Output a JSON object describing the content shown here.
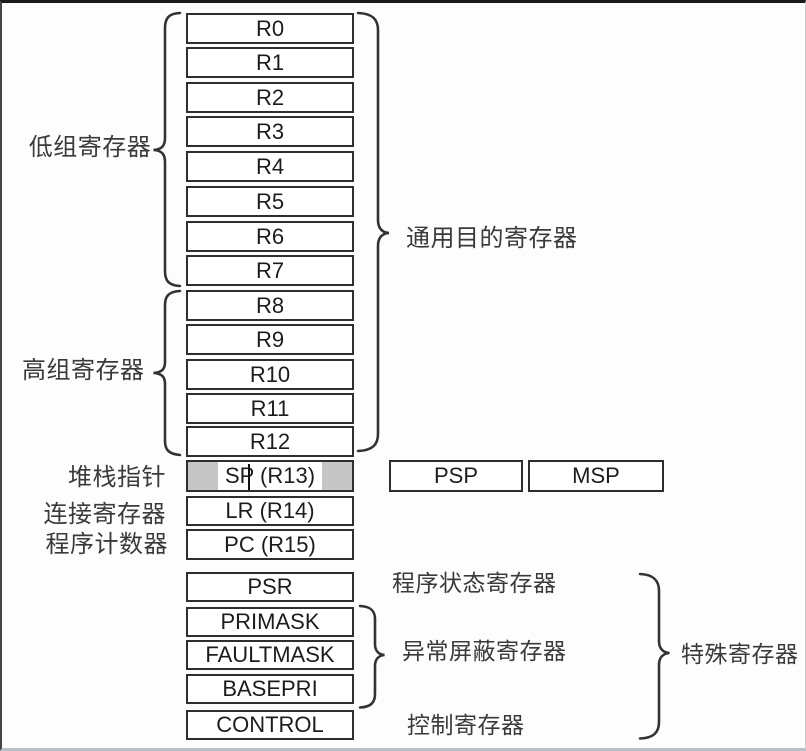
{
  "labels": {
    "low_group": "低组寄存器",
    "high_group": "高组寄存器",
    "general_purpose": "通用目的寄存器",
    "stack_pointer": "堆栈指针",
    "link_register": "连接寄存器",
    "program_counter": "程序计数器",
    "program_status": "程序状态寄存器",
    "exception_mask": "异常屏蔽寄存器",
    "control": "控制寄存器",
    "special_group": "特殊寄存器"
  },
  "registers": {
    "low": [
      "R0",
      "R1",
      "R2",
      "R3",
      "R4",
      "R5",
      "R6",
      "R7"
    ],
    "high": [
      "R8",
      "R9",
      "R10",
      "R11",
      "R12"
    ],
    "sp": "SP (R13)",
    "banked_sp": [
      "PSP",
      "MSP"
    ],
    "lr": "LR (R14)",
    "pc": "PC (R15)",
    "special": [
      "PSR",
      "PRIMASK",
      "FAULTMASK",
      "BASEPRI",
      "CONTROL"
    ]
  },
  "colors": {
    "sp_row_fill": "#c6c6c6",
    "box_border": "#2e2e2e",
    "register_text": "#1c1c1c",
    "label_text": "#3a3a3a",
    "background": "#fdfdfd"
  }
}
